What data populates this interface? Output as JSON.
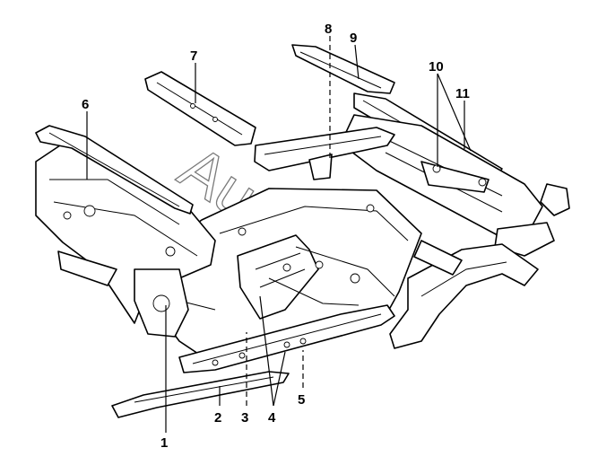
{
  "diagram": {
    "callouts": [
      "1",
      "2",
      "3",
      "4",
      "5",
      "6",
      "7",
      "8",
      "9",
      "10",
      "11"
    ],
    "watermark": "Autosoft"
  }
}
